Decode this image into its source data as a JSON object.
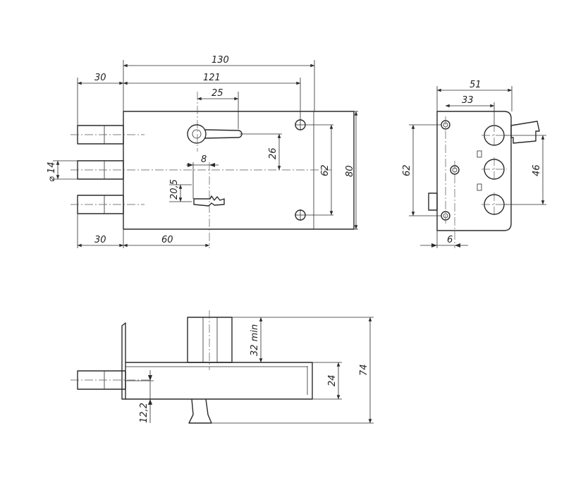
{
  "front_view": {
    "dim_overall_width": "130",
    "dim_width_to_holes": "121",
    "dim_bolt_throw_top": "30",
    "dim_bolt_throw_bottom": "30",
    "dim_keyhole_offset": "25",
    "dim_keyhole_height": "26",
    "dim_key_slot_width": "8",
    "dim_key_slot_height": "20,5",
    "dim_backset": "60",
    "dim_bolt_diameter": "⌀ 14",
    "dim_hole_spacing": "62",
    "dim_overall_height": "80"
  },
  "side_view": {
    "dim_depth": "51",
    "dim_bolt_offset": "33",
    "dim_hole_spacing": "62",
    "dim_bolt_spacing": "46",
    "dim_edge_offset": "6"
  },
  "bottom_view": {
    "dim_cylinder_min": "32 min",
    "dim_case_depth": "24",
    "dim_total_depth": "74",
    "dim_faceplate_offset": "12,2"
  }
}
